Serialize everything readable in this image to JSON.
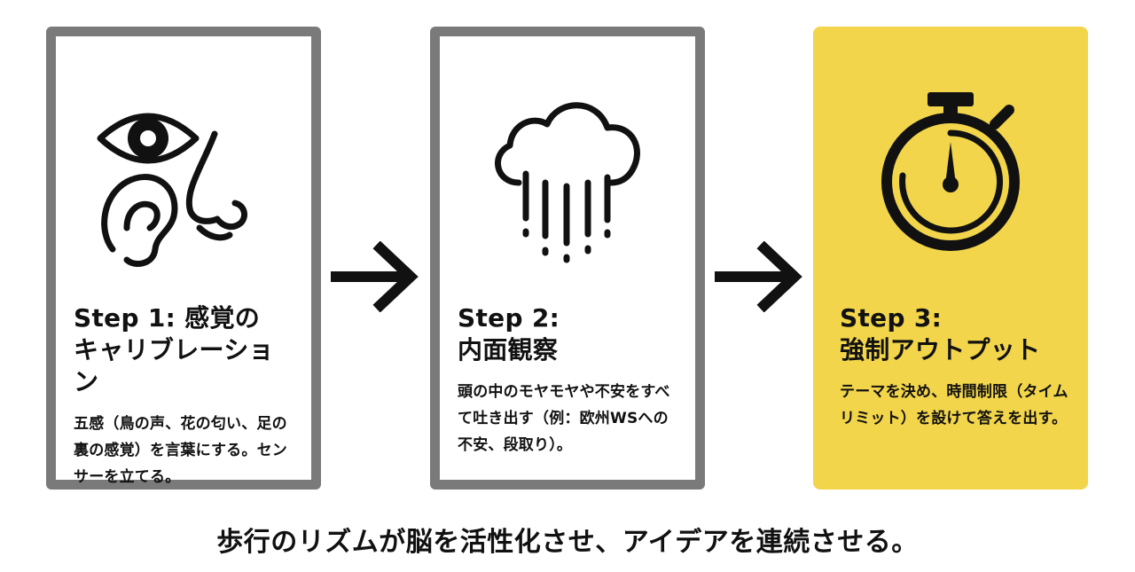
{
  "steps": [
    {
      "title_line1": "Step 1: 感覚の",
      "title_line2": "キャリブレーション",
      "description": "五感（鳥の声、花の匂い、足の裏の感覚）を言葉にする。センサーを立てる。",
      "icon": "senses-icon (eye, ear, nose)"
    },
    {
      "title_line1": "Step 2:",
      "title_line2": "内面観察",
      "description": "頭の中のモヤモヤや不安をすべて吐き出す（例：欧州WSへの不安、段取り）。",
      "icon": "rain-cloud-icon"
    },
    {
      "title_line1": "Step 3:",
      "title_line2": "強制アウトプット",
      "description": "テーマを決め、時間制限（タイムリミット）を設けて答えを出す。",
      "icon": "stopwatch-icon"
    }
  ],
  "caption": "歩行のリズムが脳を活性化させ、アイデアを連続させる。",
  "colors": {
    "card_border": "#7a7a7a",
    "highlight": "#f2d54a",
    "ink": "#111111",
    "background": "#ffffff"
  }
}
